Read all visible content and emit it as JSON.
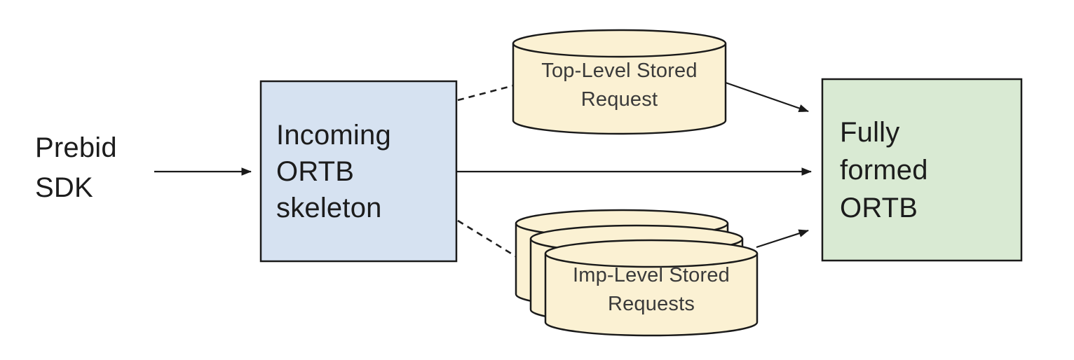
{
  "diagram": {
    "background": "#ffffff",
    "stroke_color": "#1a1a1a",
    "text_color": "#1c1c1c",
    "cylinder_text_color": "#3a3a3a",
    "nodes": {
      "prebid_sdk": {
        "label": "Prebid\nSDK",
        "shape": "plain-text"
      },
      "incoming_ortb": {
        "label": "Incoming\nORTB\nskeleton",
        "shape": "rectangle",
        "fill": "#d6e2f1"
      },
      "top_level_stored_request": {
        "label": "Top-Level Stored\nRequest",
        "shape": "cylinder",
        "fill": "#fbf1d3"
      },
      "imp_level_stored_requests": {
        "label": "Imp-Level Stored\nRequests",
        "shape": "cylinder-stack",
        "stack_count": 3,
        "fill": "#fbf1d3"
      },
      "fully_formed_ortb": {
        "label": "Fully\nformed\nORTB",
        "shape": "rectangle",
        "fill": "#d9ead3"
      }
    },
    "edges": [
      {
        "from": "prebid_sdk",
        "to": "incoming_ortb",
        "style": "solid",
        "arrowhead": true
      },
      {
        "from": "incoming_ortb",
        "to": "top_level_stored_request",
        "style": "dashed",
        "arrowhead": false
      },
      {
        "from": "incoming_ortb",
        "to": "fully_formed_ortb",
        "style": "solid",
        "arrowhead": true
      },
      {
        "from": "incoming_ortb",
        "to": "imp_level_stored_requests",
        "style": "dashed",
        "arrowhead": false
      },
      {
        "from": "top_level_stored_request",
        "to": "fully_formed_ortb",
        "style": "solid",
        "arrowhead": true
      },
      {
        "from": "imp_level_stored_requests",
        "to": "fully_formed_ortb",
        "style": "solid",
        "arrowhead": true
      }
    ]
  }
}
